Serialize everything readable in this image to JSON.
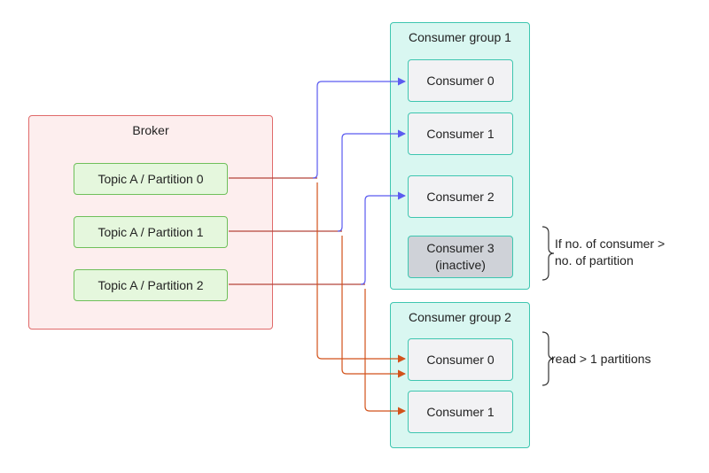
{
  "broker": {
    "title": "Broker",
    "partitions": [
      "Topic A / Partition 0",
      "Topic A / Partition 1",
      "Topic A / Partition 2"
    ]
  },
  "group1": {
    "title": "Consumer group 1",
    "consumers": [
      "Consumer 0",
      "Consumer 1",
      "Consumer 2"
    ],
    "inactive_consumer": {
      "name": "Consumer 3",
      "status": "(inactive)"
    }
  },
  "group2": {
    "title": "Consumer group 2",
    "consumers": [
      "Consumer 0",
      "Consumer 1"
    ]
  },
  "notes": {
    "note1_line1": "If no. of consumer >",
    "note1_line2": "no. of partition",
    "note2": "read > 1 partitions"
  },
  "colors": {
    "group1_link": "#5b5bf0",
    "group2_link": "#d2521a",
    "partition_link": "#b5443a"
  }
}
